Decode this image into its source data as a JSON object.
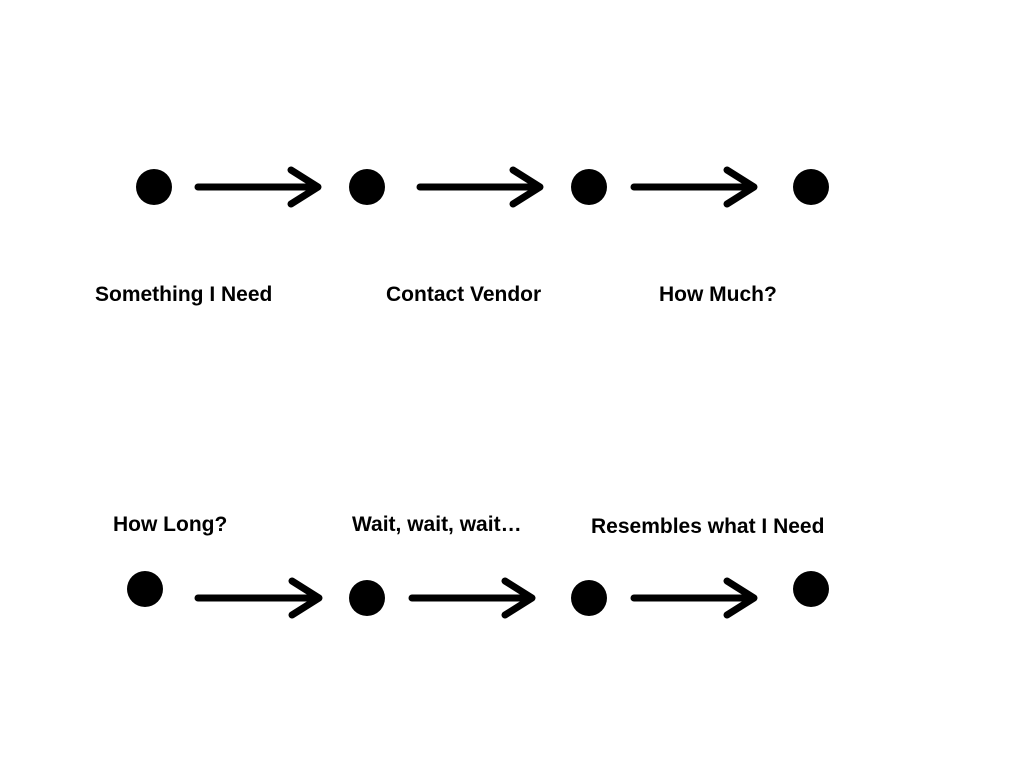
{
  "colors": {
    "background": "#ffffff",
    "ink": "#000000"
  },
  "flow": {
    "row1": {
      "labels": [
        "Something I Need",
        "Contact Vendor",
        "How Much?"
      ]
    },
    "row2": {
      "labels": [
        "How Long?",
        "Wait, wait, wait…",
        "Resembles what I Need"
      ]
    }
  }
}
